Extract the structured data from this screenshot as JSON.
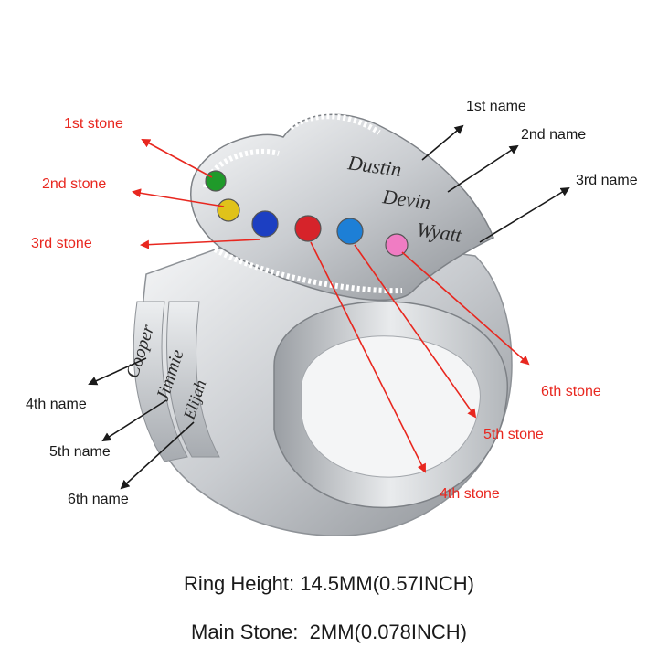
{
  "ring": {
    "names_top": [
      "Dustin",
      "Devin",
      "Wyatt"
    ],
    "names_band": [
      "Cooper",
      "Jimmie",
      "Elijah"
    ]
  },
  "stones": [
    {
      "label": "1st stone",
      "color": "#1f9a2a"
    },
    {
      "label": "2nd stone",
      "color": "#e0c21a"
    },
    {
      "label": "3rd stone",
      "color": "#1c3fc2"
    },
    {
      "label": "4th stone",
      "color": "#d6232a"
    },
    {
      "label": "5th stone",
      "color": "#1d7fd6"
    },
    {
      "label": "6th stone",
      "color": "#f07cc3"
    }
  ],
  "name_labels": [
    "1st name",
    "2nd name",
    "3rd name",
    "4th name",
    "5th name",
    "6th name"
  ],
  "specs": {
    "ring_height": "Ring Height: 14.5MM(0.57INCH)",
    "main_stone": "Main Stone:  2MM(0.078INCH)"
  },
  "colors": {
    "stone_label": "#e8271f",
    "name_label": "#1a1a1a",
    "metal": "#d9dbdd"
  }
}
